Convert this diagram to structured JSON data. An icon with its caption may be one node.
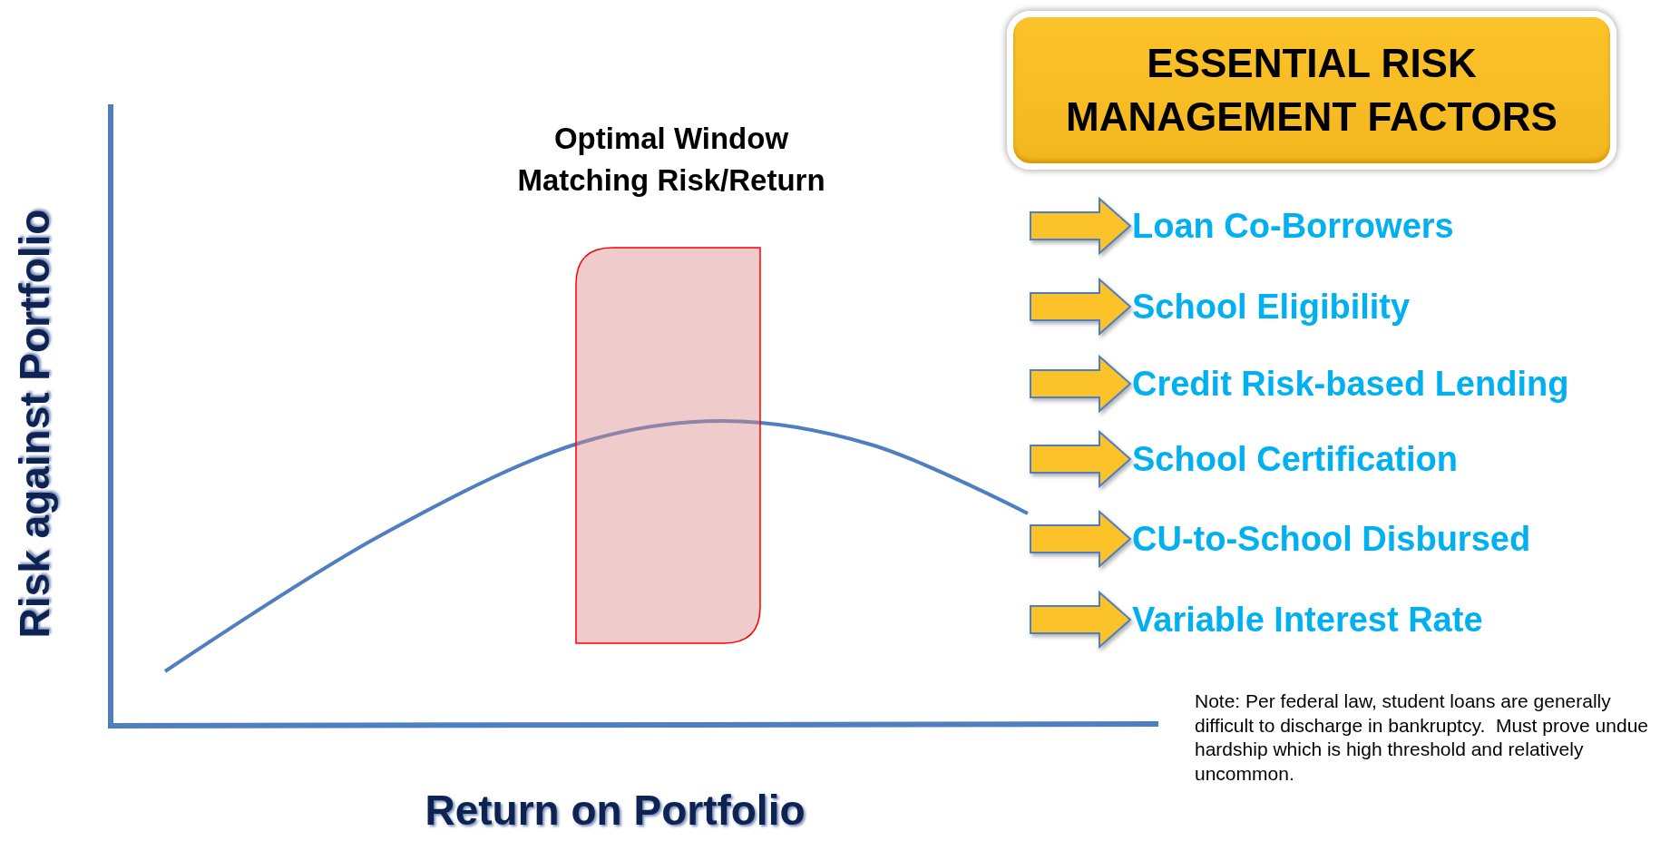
{
  "diagram": {
    "nodes": [
      {
        "text": [
          "ESSENTIAL RISK MANAGEMENT FACTORS"
        ]
      },
      {
        "text": [
          "Optimal Window Matching Risk/Return"
        ]
      },
      {
        "text": [
          "Loan Co-Borrowers"
        ]
      },
      {
        "text": [
          "School Eligibility"
        ]
      },
      {
        "text": [
          "Credit Risk-based Lending"
        ]
      },
      {
        "text": [
          "School Certification"
        ]
      },
      {
        "text": [
          "CU-to-School Disbursed"
        ]
      },
      {
        "text": [
          "Variable Interest Rate"
        ]
      }
    ],
    "edges": [
      {
        "from": null,
        "to": 2,
        "arrow": "to"
      },
      {
        "from": null,
        "to": 3,
        "arrow": "to"
      },
      {
        "from": null,
        "to": 4,
        "arrow": "to"
      },
      {
        "from": null,
        "to": 5,
        "arrow": "to"
      },
      {
        "from": null,
        "to": 6,
        "arrow": "to"
      },
      {
        "from": null,
        "to": 7,
        "arrow": "to"
      }
    ],
    "labels": [
      "Risk against Portfolio",
      "Return on Portfolio",
      "Note: Per federal law, student loans are generally difficult to discharge in bankruptcy.  Must prove undue hardship which is high threshold and relatively uncommon."
    ]
  }
}
